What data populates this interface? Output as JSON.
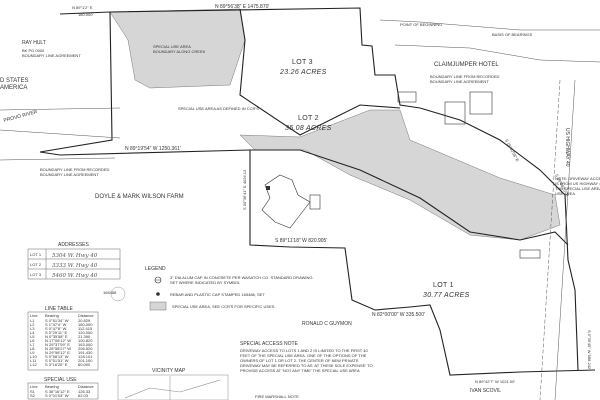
{
  "bearings": {
    "north": "N 89°56'38\" E  1475.870'",
    "north_left": "N 89°1'2\" E",
    "north_left_dist": "160.000'",
    "west_mid": "N 89°19'54\" W  1250.361'",
    "south_main": "S 89°11'18\" W  820.905'",
    "southeast_dim": "N 82°00'00\" W  335.500'",
    "south_bottom": "N 89°42'7\" W  1021.00'",
    "west_vertical": "S 00°36'41\" E 4026.12",
    "east_vertical": "S 0°35'45\" W 988.242",
    "right_upper": "S 16°42'08\" E",
    "right_middle": "S 29°48'20\" E"
  },
  "owners": {
    "top_left": "RAY HULT",
    "top_left_sub": "BK PG 0000\nBOUNDARY LINE AGREEMENT",
    "west_left": "D STATES\nAMERICA",
    "farm": "DOYLE & MARK WILSON FARM",
    "south": "RONALD C GUYMON",
    "southeast": "IVAN SCOVIL",
    "hotel": "CLAIMJUMPER HOTEL",
    "river": "PROVO RIVER",
    "highway": "US HIGHWAY 40"
  },
  "lots": {
    "lot3_name": "LOT 3",
    "lot3_area": "23.26 ACRES",
    "lot2_name": "LOT 2",
    "lot2_area": "35.08 ACRES",
    "lot1_name": "LOT 1",
    "lot1_area": "30.77 ACRES"
  },
  "notes": {
    "special_use_top": "SPECIAL USE AREA\nBOUNDARY ALONG CREEK",
    "special_use_defined": "SPECIAL USE AREA AS DEFINED IN CCR'S",
    "boundary_line_note": "BOUNDARY LINE FROM RECORDED\nBOUNDARY LINE AGREEMENT",
    "point_beginning": "POINT OF BEGINNING",
    "basis_of_bearings": "BASIS OF BEARINGS",
    "boundary_agreement_right": "BOUNDARY LINE FROM RECORDED\nBOUNDARY LINE AGREEMENT",
    "right_note": "NOTE: DRIVEWAY ACCESS TO LOT\nIS FROM US HIGHWAY 40 VIA\nTHE SPECIAL USE AREA. SEE SPECIAL\nUSE AREA",
    "special_access_title": "SPECIAL ACCESS NOTE",
    "special_access_text": "DRIVEWAY ACCESS TO LOTS 1 AND 2 IS LIMITED TO THE FIRST 40\nFEET OF THE SPECIAL USE AREA. ONE OF THE OPTIONS OF THE\nOWNERS OF LOT 1 OR LOT 2. THE CENTER OF NEW PRIVATE\nDRIVEWAY MAY BE REFERRED TO AS 'AT THESE SOLE EXPENSE' TO\nPROVIDE ACCESS AT 'NOT ANY TIME' THE SPECIAL USE AREA",
    "vicinity": "VICINITY MAP",
    "fire": "FIRE MARSHALL NOTE"
  },
  "addresses": {
    "title": "ADDRESSES",
    "rows": [
      {
        "lot": "LOT 1",
        "addr": "5304 W. Hwy 40"
      },
      {
        "lot": "LOT 2",
        "addr": "3333 W. Hwy 40"
      },
      {
        "lot": "LOT 3",
        "addr": "5460 W. Hwy 40"
      }
    ]
  },
  "legend": {
    "title": "LEGEND",
    "item1": "3\" DIA ALUM CAP IN CONCRETE PER WASATCH CO. STANDARD DRAWING.\nSET WHERE INDICATED BY SYMBOL",
    "item2": "REBAR AND PLASTIC CAP STAMPED 165488, SET",
    "item3": "SPECIAL USE AREA, SEE CCR'S FOR SPECIFIC USES."
  },
  "line_table": {
    "title": "LINE TABLE",
    "headers": [
      "Line",
      "Bearing",
      "Distance"
    ],
    "rows": [
      [
        "L1",
        "S 0°51'34\" W",
        "20.829"
      ],
      [
        "L2",
        "S 1°47'4\" W",
        "160.000"
      ],
      [
        "L3",
        "S 0°47'8\" W",
        "112.415"
      ],
      [
        "L4",
        "S 0°29'11\" E",
        "120.000"
      ],
      [
        "L5",
        "N 0°35'58\" E",
        "21.390"
      ],
      [
        "L6",
        "N 17°08'12\" W",
        "100.820"
      ],
      [
        "L7",
        "N 29°37'59\" E",
        "163.000"
      ],
      [
        "L8",
        "N 28°58'27\" W",
        "206.520"
      ],
      [
        "L9",
        "N 29°58'12\" E",
        "191.430"
      ],
      [
        "L10",
        "S 0°58'13\" W",
        "128.101"
      ],
      [
        "L11",
        "S 0°51'51\" W",
        "201.100"
      ],
      [
        "L12",
        "S 3°16'20\" E",
        "60.000"
      ]
    ]
  },
  "special_use": {
    "title": "SPECIAL USE",
    "headers": [
      "Line",
      "Bearing",
      "Distance"
    ],
    "rows": [
      [
        "S1",
        "S 36°16'12\" E",
        "126.33"
      ],
      [
        "S2",
        "S 0°01'03\" W",
        "62.03"
      ]
    ]
  },
  "stamp_number": "165488"
}
